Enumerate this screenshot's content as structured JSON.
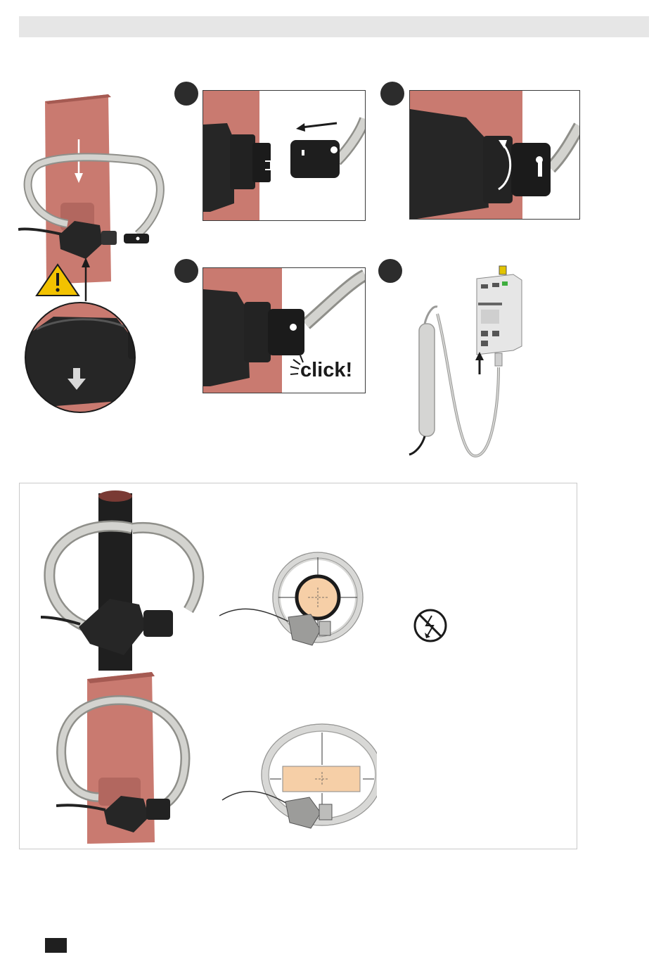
{
  "header": {
    "title": ""
  },
  "steps": [
    {
      "panel": "disconnect-connector",
      "icon": "arrow-left-icon"
    },
    {
      "panel": "rotate-lock-ring",
      "icon": "rotate-arrow-icon"
    },
    {
      "panel": "snap-connector",
      "label": "click!",
      "icon": "click-burst-icon"
    },
    {
      "panel": "plug-into-meter",
      "icon": "arrow-up-icon"
    }
  ],
  "warning": {
    "icon": "warning-triangle-icon",
    "color": "#f2c200"
  },
  "bottom": {
    "round_conductor": {
      "icon": "no-uninsulated-conductor-icon"
    },
    "flat_busbar": {}
  },
  "colors": {
    "busbar": "#c97a70",
    "coil": "#d3d3cf",
    "connector": "#262626",
    "conductor_section": "#f6cfa7"
  },
  "footer": {
    "page_marker": ""
  }
}
